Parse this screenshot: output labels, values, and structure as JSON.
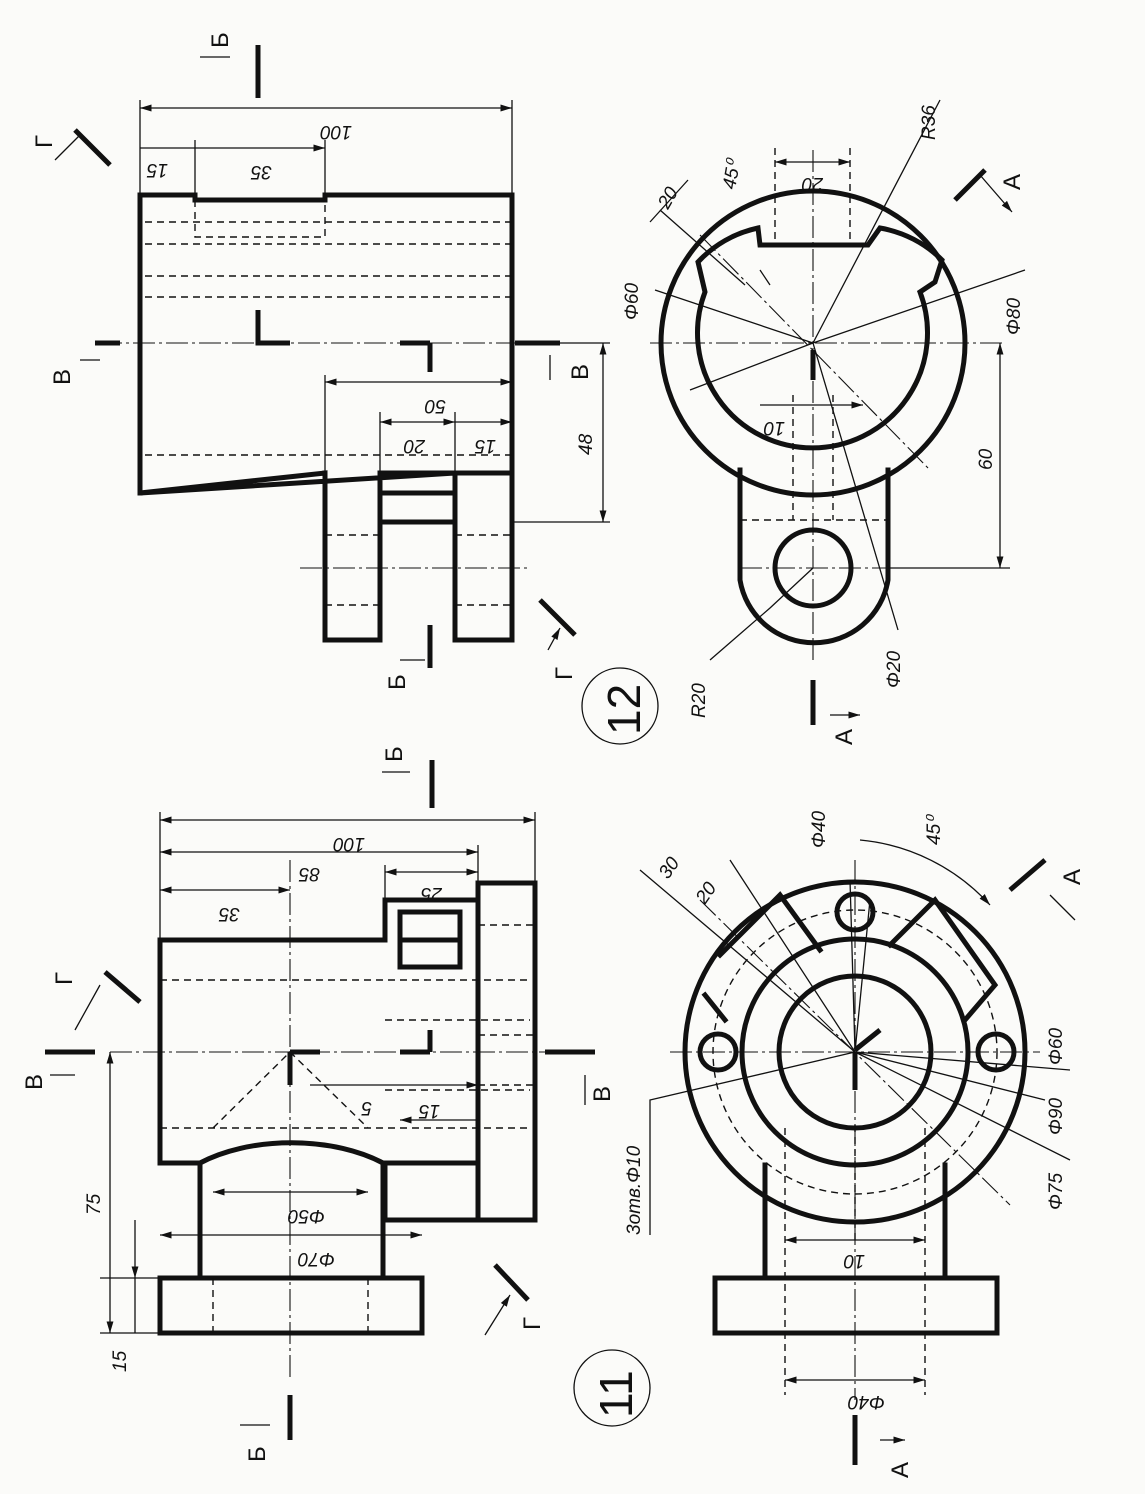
{
  "sheet": {
    "line_color": "#111111",
    "background": "#fbfbf9"
  },
  "figure12": {
    "number": "12",
    "side_view_dims": {
      "d100": "100",
      "d15a": "15",
      "d35": "35",
      "d50": "50",
      "d20": "20",
      "d15b": "15",
      "d48": "48"
    },
    "top_view_dims": {
      "phi60": "Φ60",
      "phi80": "Φ80",
      "r36": "R36",
      "d20slot": "20",
      "d20ang": "20",
      "ang45": "45⁰",
      "d10": "10",
      "d60": "60",
      "r20": "R20",
      "phi20": "Φ20"
    },
    "section_letters": {
      "b_top": "Б",
      "b_bottom": "Б",
      "v_left": "В",
      "v_right": "В",
      "g_top": "Г",
      "g_bottom": "Г",
      "a_top": "А",
      "a_bottom": "А"
    }
  },
  "figure11": {
    "number": "11",
    "side_view_dims": {
      "d100": "100",
      "d85": "85",
      "d35": "35",
      "d25": "25",
      "d15": "15",
      "d5": "5",
      "d75": "75",
      "d15b": "15",
      "phi50": "Φ50",
      "phi70": "Φ70"
    },
    "top_view_dims": {
      "phi40a": "Φ40",
      "ang45": "45⁰",
      "d30": "30",
      "d20": "20",
      "phi60": "Φ60",
      "phi90": "Φ90",
      "phi75": "Φ75",
      "holes": "3отв.Φ10",
      "d10": "10",
      "phi40b": "Φ40"
    },
    "section_letters": {
      "b_top": "Б",
      "b_bottom": "Б",
      "v_left": "В",
      "v_right": "В",
      "g_top": "Г",
      "g_bottom": "Г",
      "a_top": "А",
      "a_bottom": "А"
    }
  }
}
